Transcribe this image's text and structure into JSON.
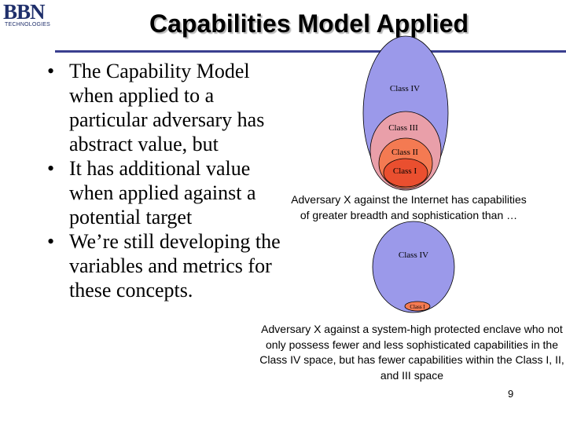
{
  "logo": {
    "name": "BBN",
    "subtitle": "TECHNOLOGIES"
  },
  "title": "Capabilities Model Applied",
  "bullets": [
    "The Capability Model when applied to a particular adversary has abstract value, but",
    "It has additional value when applied against a potential target",
    "We’re still developing the variables and metrics for these concepts."
  ],
  "diagram1": {
    "labels": [
      "Class IV",
      "Class III",
      "Class II",
      "Class I"
    ],
    "caption_line1": "Adversary X against the Internet has capabilities",
    "caption_line2": "of greater breadth and sophistication than …"
  },
  "diagram2": {
    "labels": [
      "Class IV",
      "Class I"
    ],
    "caption": "Adversary X against a system-high protected enclave who not only possess fewer and less sophisticated capabilities in the Class IV space, but has fewer capabilities within the Class I, II, and III space"
  },
  "colors": {
    "class_iv": "#9b99ea",
    "class_iii": "#e99fa9",
    "class_ii": "#f47a52",
    "class_i": "#ea4f2f",
    "title_rule": "#3a3f8f"
  },
  "page_number": "9"
}
